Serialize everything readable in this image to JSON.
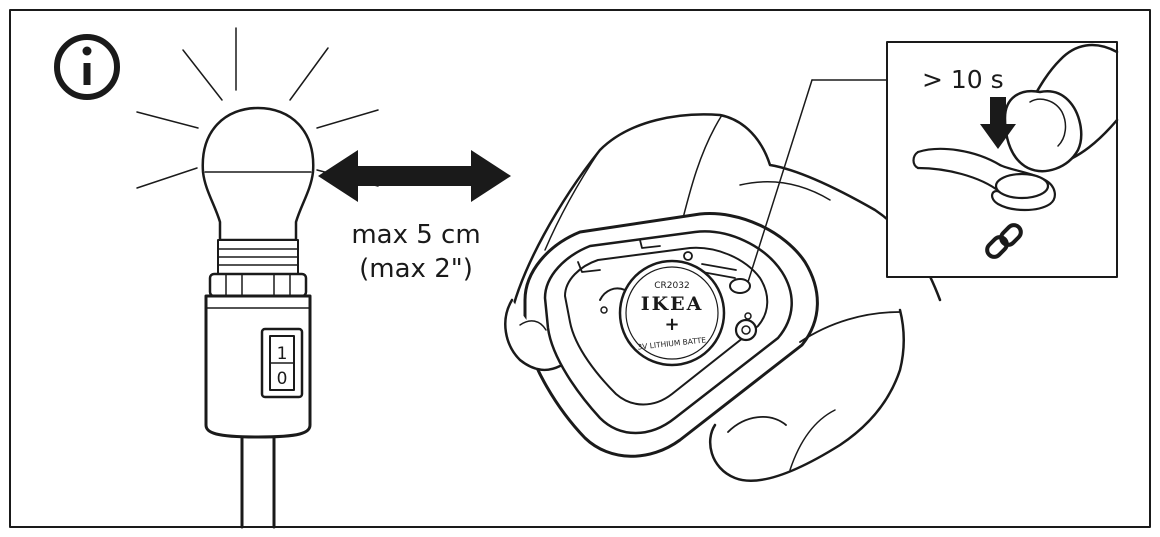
{
  "distance": {
    "metric": "max 5 cm",
    "imperial": "(max 2\")"
  },
  "hold_time": "> 10 s",
  "battery": {
    "model": "CR2032",
    "brand": "IKEA",
    "polarity": "+",
    "type": "3V LITHIUM BATTE"
  },
  "switch": {
    "on": "1",
    "off": "0"
  },
  "icons": [
    "info-icon",
    "light-bulb-icon",
    "double-arrow-icon",
    "press-down-arrow-icon",
    "link-pairing-icon"
  ],
  "colors": {
    "line": "#1a1a1a",
    "background": "#ffffff"
  }
}
